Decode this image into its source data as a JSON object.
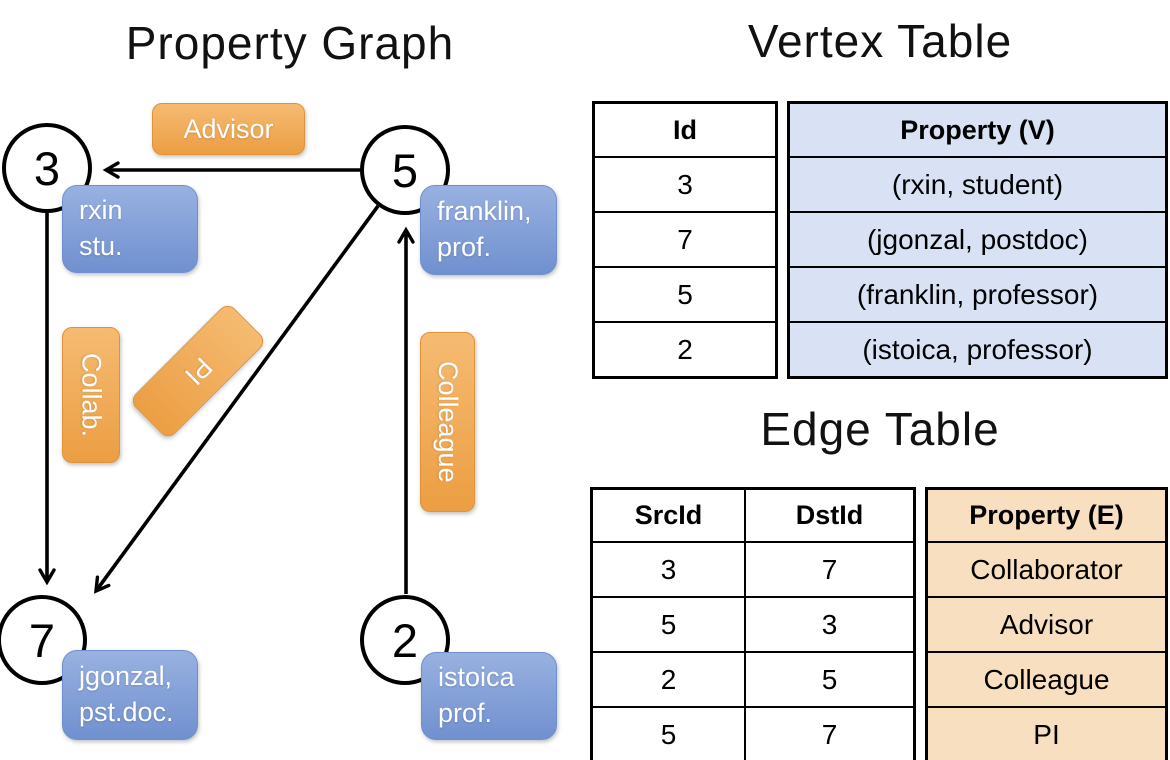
{
  "colors": {
    "orange-top": "#f5bb72",
    "orange-bottom": "#ec9e43",
    "orange-border": "#dd9338",
    "blue-top": "#99b1e1",
    "blue-bottom": "#7090cf",
    "blue-border": "#6e90cc",
    "vertex-fill": "#d8e2f4",
    "edge-fill": "#f8dfc0",
    "line": "#000000"
  },
  "diagram": {
    "title": "Property Graph",
    "nodes": [
      {
        "id": "3"
      },
      {
        "id": "5"
      },
      {
        "id": "7"
      },
      {
        "id": "2"
      }
    ],
    "edge_labels": {
      "advisor": "Advisor",
      "collab": "Collab.",
      "pi": "PI",
      "colleague": "Colleague"
    },
    "vertex_labels": [
      {
        "line1": "rxin",
        "line2": "stu."
      },
      {
        "line1": "franklin,",
        "line2": "prof."
      },
      {
        "line1": "jgonzal,",
        "line2": "pst.doc."
      },
      {
        "line1": "istoica",
        "line2": "prof."
      }
    ]
  },
  "vertex_table": {
    "title": "Vertex Table",
    "headers": {
      "id": "Id",
      "property": "Property (V)"
    },
    "rows": [
      {
        "id": "3",
        "property": "(rxin, student)"
      },
      {
        "id": "7",
        "property": "(jgonzal, postdoc)"
      },
      {
        "id": "5",
        "property": "(franklin, professor)"
      },
      {
        "id": "2",
        "property": "(istoica, professor)"
      }
    ]
  },
  "edge_table": {
    "title": "Edge Table",
    "headers": {
      "src": "SrcId",
      "dst": "DstId",
      "property": "Property (E)"
    },
    "rows": [
      {
        "src": "3",
        "dst": "7",
        "property": "Collaborator"
      },
      {
        "src": "5",
        "dst": "3",
        "property": "Advisor"
      },
      {
        "src": "2",
        "dst": "5",
        "property": "Colleague"
      },
      {
        "src": "5",
        "dst": "7",
        "property": "PI"
      }
    ]
  }
}
